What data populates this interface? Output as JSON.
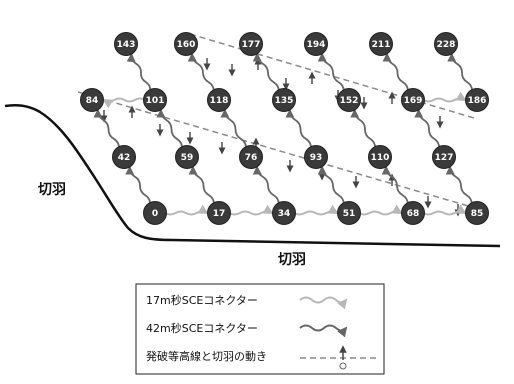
{
  "diagram": {
    "free_face_labels": [
      "切羽",
      "切羽"
    ],
    "nodes": [
      {
        "label": "143"
      },
      {
        "label": "160"
      },
      {
        "label": "177"
      },
      {
        "label": "194"
      },
      {
        "label": "211"
      },
      {
        "label": "228"
      },
      {
        "label": "84"
      },
      {
        "label": "101"
      },
      {
        "label": "118"
      },
      {
        "label": "135"
      },
      {
        "label": "152"
      },
      {
        "label": "169"
      },
      {
        "label": "186"
      },
      {
        "label": "42"
      },
      {
        "label": "59"
      },
      {
        "label": "76"
      },
      {
        "label": "93"
      },
      {
        "label": "110"
      },
      {
        "label": "127"
      },
      {
        "label": "0"
      },
      {
        "label": "17"
      },
      {
        "label": "34"
      },
      {
        "label": "51"
      },
      {
        "label": "68"
      },
      {
        "label": "85"
      }
    ],
    "connector_17ms_color": "#b8b8b8",
    "connector_42ms_color": "#666666",
    "node_color": "#3a3a3a",
    "contour_color": "#888888"
  },
  "legend": {
    "items": [
      {
        "label": "17m秒SCEコネクター"
      },
      {
        "label": "42m秒SCEコネクター"
      },
      {
        "label": "発破等高線と切羽の動き"
      }
    ]
  }
}
